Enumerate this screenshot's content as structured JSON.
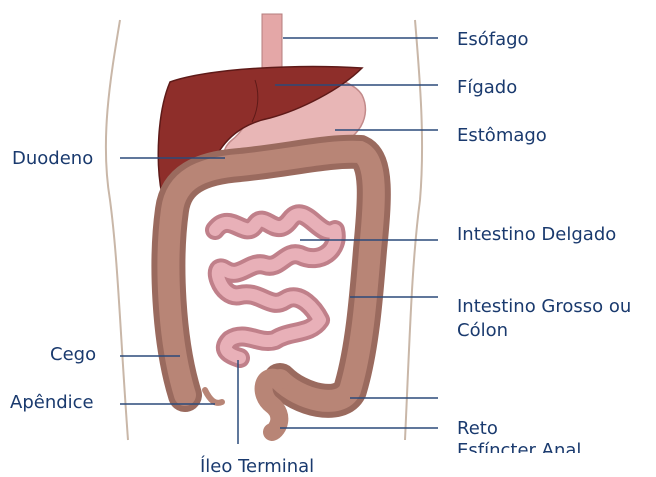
{
  "colors": {
    "label_text": "#1a3a6e",
    "leader_line": "#2b4a7a",
    "liver": "#8e2e2a",
    "stomach": "#e8b6b6",
    "colon": "#9a6a5e",
    "small_intestine": "#e0a0a8",
    "skin_outline": "#c9b7a8"
  },
  "labels": {
    "esofago": "Esófago",
    "figado": "Fígado",
    "estomago": "Estômago",
    "duodeno": "Duodeno",
    "intestino_delgado": "Intestino Delgado",
    "intestino_grosso_1": "Intestino Grosso ou",
    "intestino_grosso_2": "Cólon",
    "cego": "Cego",
    "apendice": "Apêndice",
    "reto": "Reto",
    "esfincter_anal": "Esfíncter Anal",
    "ileo_terminal": "Íleo Terminal"
  }
}
